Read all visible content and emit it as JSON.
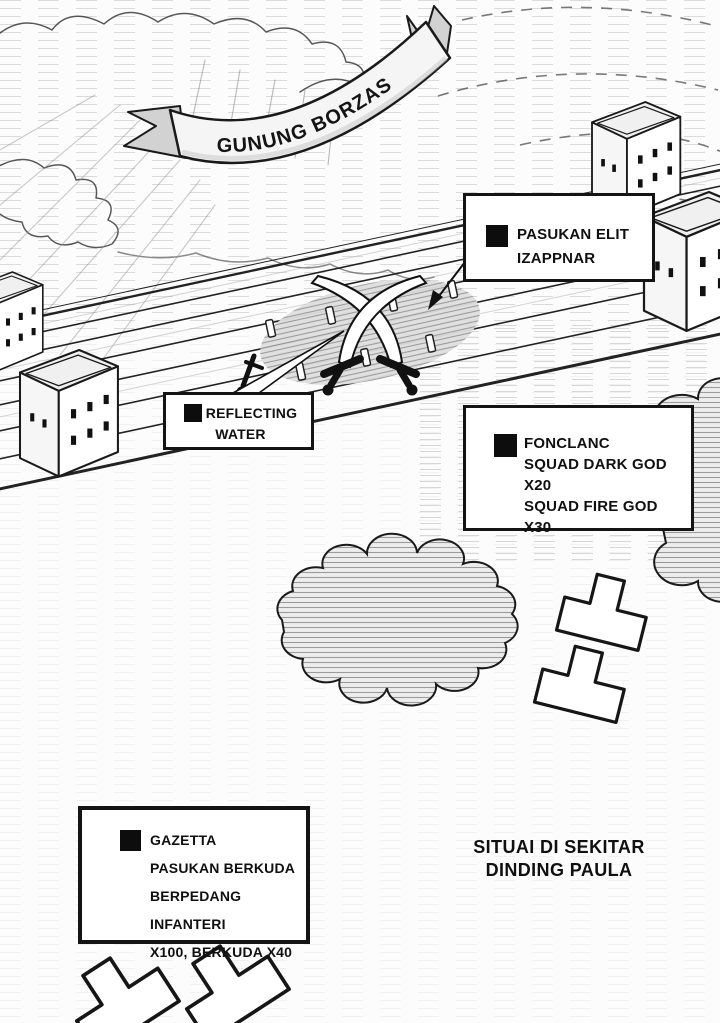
{
  "banner": {
    "text": "GUNUNG BORZAS"
  },
  "caption": {
    "line1": "SITUAI DI SEKITAR",
    "line2": "DINDING PAULA"
  },
  "callouts": {
    "elite": {
      "line1": "PASUKAN ELIT",
      "line2": "IZAPPNAR"
    },
    "reflecting": {
      "line1": "REFLECTING",
      "line2": "WATER"
    },
    "fonclanc": {
      "line1": "FONCLANC",
      "line2": "SQUAD DARK GOD X20",
      "line3": "SQUAD FIRE GOD X30"
    },
    "gazetta": {
      "line1": "GAZETTA",
      "line2": "PASUKAN BERKUDA",
      "line3": "BERPEDANG INFANTERI",
      "line4": "X100, BERKUDA X40"
    }
  },
  "icons": {
    "legend_marker": "black-square",
    "battle_marker": "crossed-swords",
    "unit_marker": "t-block",
    "landmark_banner": "ribbon-scroll"
  },
  "colors": {
    "ink": "#141414",
    "paper": "#fcfcfc",
    "shade_light": "#ececec",
    "shade_mid": "#d2d2d2",
    "hatch": "#999999"
  }
}
